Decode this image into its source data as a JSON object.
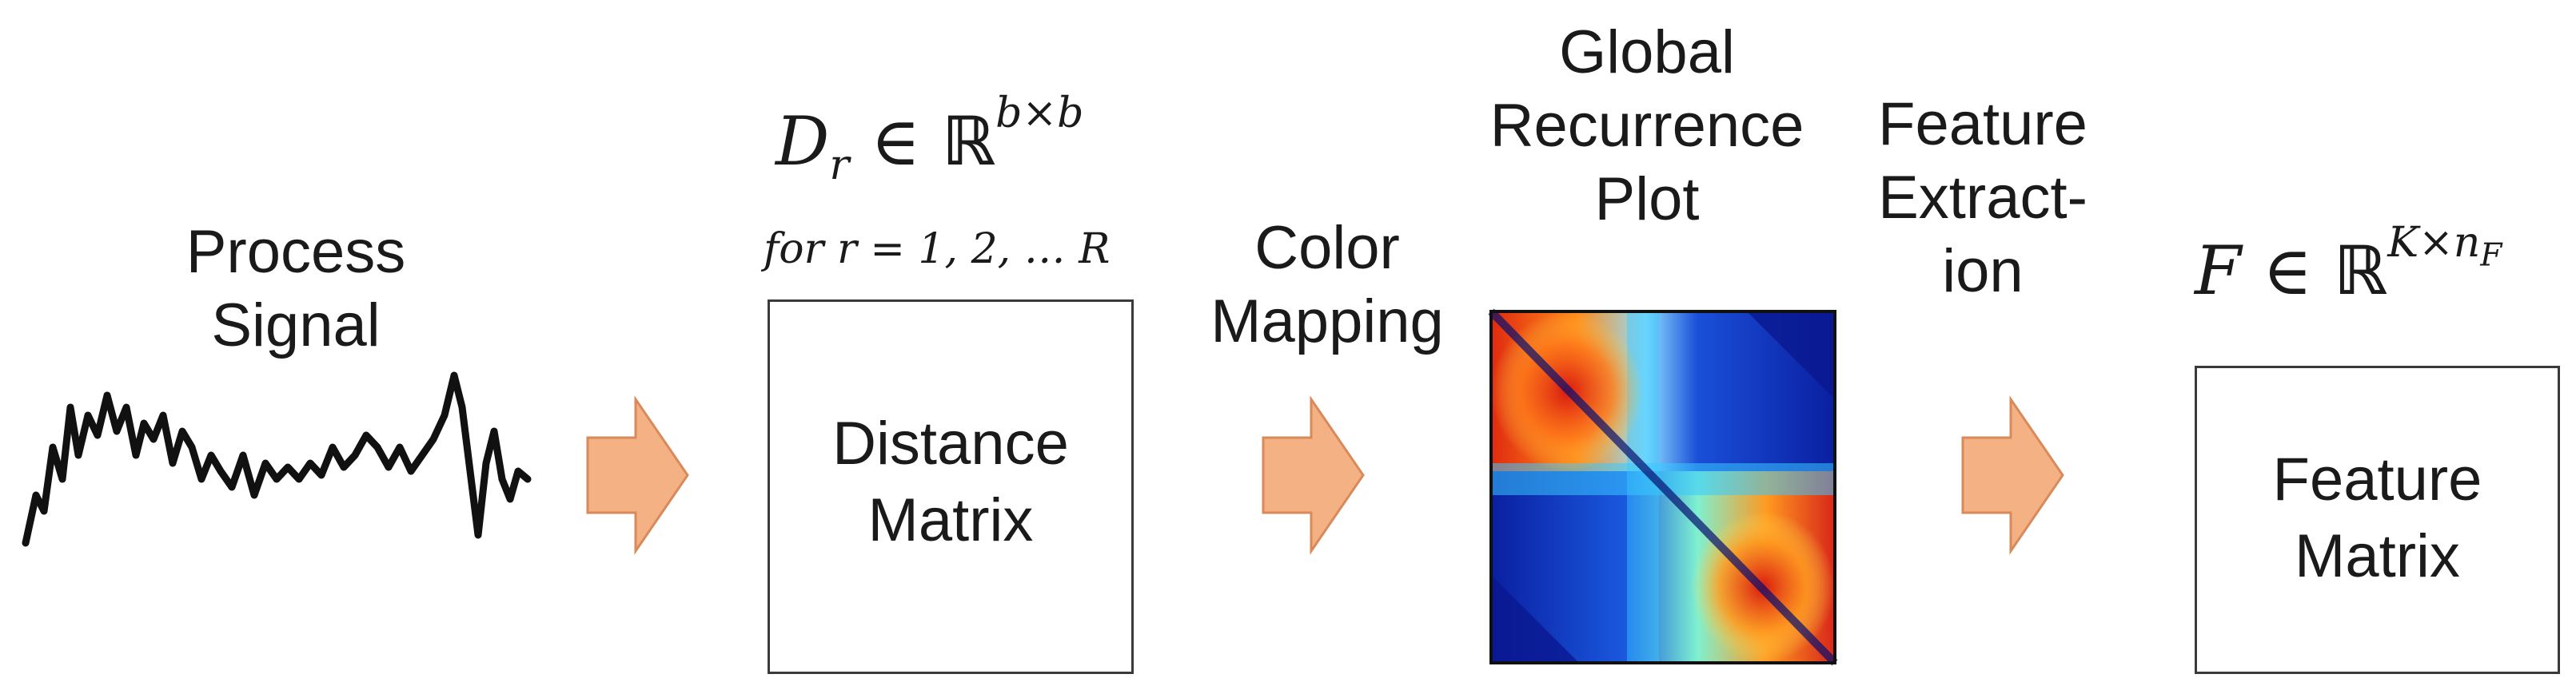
{
  "steps": {
    "signal": {
      "line1": "Process",
      "line2": "Signal"
    },
    "distance": {
      "math_D": "D",
      "math_sub": "r",
      "math_in": "∈",
      "math_R": "ℝ",
      "math_sup": "b×b",
      "for_text": "for r = 1, 2, … R",
      "line1": "Distance",
      "line2": "Matrix"
    },
    "color": {
      "line1": "Color",
      "line2": "Mapping"
    },
    "plot": {
      "line1": "Global",
      "line2": "Recurrence",
      "line3": "Plot"
    },
    "feature_ext": {
      "line1": "Feature",
      "line2": "Extract-",
      "line3": "ion"
    },
    "feature": {
      "math_F": "F",
      "math_in": "∈",
      "math_R": "ℝ",
      "math_sup_K": "K×n",
      "math_sup_sub": "F",
      "line1": "Feature",
      "line2": "Matrix"
    }
  },
  "colors": {
    "arrow_fill": "#f4b183",
    "arrow_stroke": "#d88a5a",
    "box_border": "#3a3a3a",
    "text": "#1a1a1a"
  },
  "icons": {
    "signal": "waveform-icon",
    "arrows": "block-arrow-right-icon",
    "heatmap": "recurrence-plot-heatmap"
  }
}
